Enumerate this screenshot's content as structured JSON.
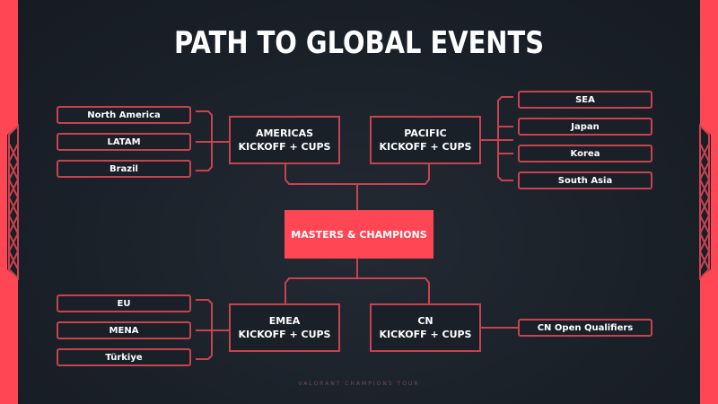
{
  "title": "PATH TO GLOBAL EVENTS",
  "accent": "#ff4655",
  "americas": {
    "regions": [
      "North America",
      "LATAM",
      "Brazil"
    ],
    "hub": [
      "AMERICAS",
      "KICKOFF + CUPS"
    ]
  },
  "pacific": {
    "regions": [
      "SEA",
      "Japan",
      "Korea",
      "South Asia"
    ],
    "hub": [
      "PACIFIC",
      "KICKOFF + CUPS"
    ]
  },
  "emea": {
    "regions": [
      "EU",
      "MENA",
      "Türkiye"
    ],
    "hub": [
      "EMEA",
      "KICKOFF + CUPS"
    ]
  },
  "cn": {
    "regions": [
      "CN Open Qualifiers"
    ],
    "hub": [
      "CN",
      "KICKOFF + CUPS"
    ]
  },
  "center": "MASTERS & CHAMPIONS",
  "footer": "VALORANT CHAMPIONS TOUR"
}
